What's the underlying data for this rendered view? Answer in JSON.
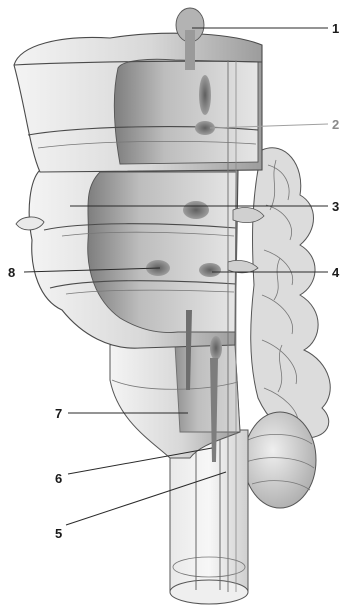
{
  "figure": {
    "labels": [
      "1",
      "2",
      "3",
      "4",
      "5",
      "6",
      "7",
      "8"
    ]
  },
  "colors": {
    "background": "#ffffff",
    "tissue_light": "#f1f1f1",
    "tissue_mid": "#c9c9c9",
    "tissue_dark": "#8f8f8f",
    "nucleus": "#7a7a7a",
    "outline": "#4a4a4a"
  }
}
